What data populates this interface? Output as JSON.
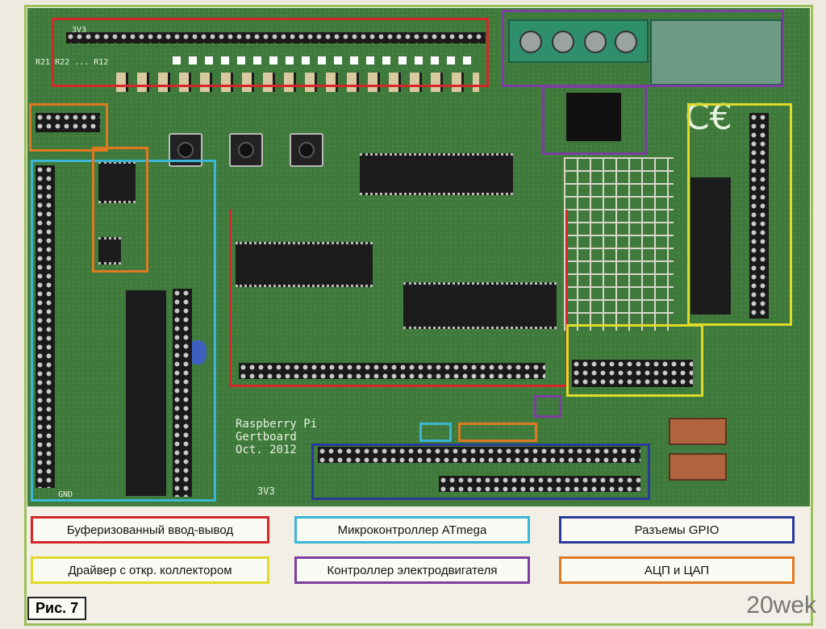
{
  "board": {
    "header_label": "3V3",
    "text_logo": "Raspberry Pi\nGertboard\nOct. 2012",
    "bottom_label": "3V3",
    "gnd_label": "GND",
    "resistor_labels": "R21 R22 ... R12",
    "ce_mark": "C€"
  },
  "legend": [
    {
      "label": "Буферизованный ввод-вывод",
      "color": "#d6262a"
    },
    {
      "label": "Микроконтроллер ATmega",
      "color": "#3bb6d4"
    },
    {
      "label": "Разъемы GPIO",
      "color": "#2a3a9a"
    },
    {
      "label": "Драйвер с откр. коллектором",
      "color": "#e0da2a"
    },
    {
      "label": "Контроллер электродвигателя",
      "color": "#7b3fa0"
    },
    {
      "label": "АЦП и ЦАП",
      "color": "#e07a22"
    }
  ],
  "caption": "Рис. 7",
  "watermark": "20wek"
}
